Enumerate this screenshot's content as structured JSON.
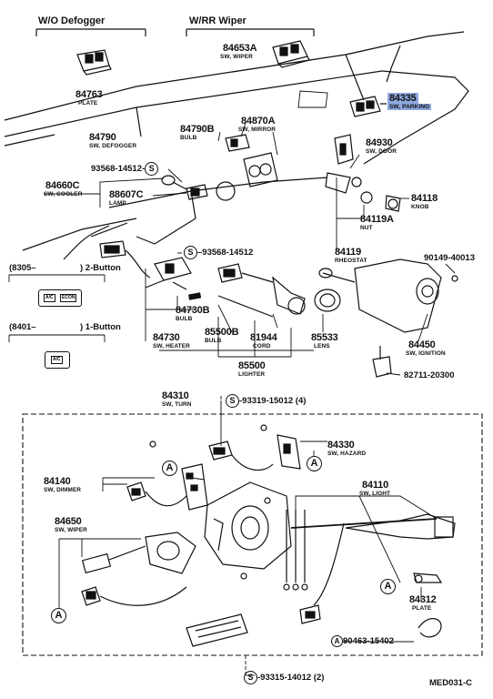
{
  "headers": {
    "wo_defogger": "W/O Defogger",
    "w_rr_wiper": "W/RR Wiper"
  },
  "parts": {
    "p84653a": {
      "num": "84653A",
      "name": "SW, WIPER"
    },
    "p84763": {
      "num": "84763",
      "name": "PLATE"
    },
    "p84335": {
      "num": "84335",
      "name": "SW, PARKING"
    },
    "p84790b": {
      "num": "84790B",
      "name": "BULB"
    },
    "p84790": {
      "num": "84790",
      "name": "SW, DEFOGGER"
    },
    "p84870a": {
      "num": "84870A",
      "name": "SW, MIRROR"
    },
    "p84930": {
      "num": "84930",
      "name": "SW, DOOR"
    },
    "p93568a": {
      "num": "93568-14512"
    },
    "p84660c": {
      "num": "84660C",
      "name": "SW, COOLER"
    },
    "p88607c": {
      "num": "88607C",
      "name": "LAMP"
    },
    "p84118": {
      "num": "84118",
      "name": "KNOB"
    },
    "p84119a": {
      "num": "84119A",
      "name": "NUT"
    },
    "p93568b": {
      "num": "93568-14512"
    },
    "p84119": {
      "num": "84119",
      "name": "RHEOSTAT"
    },
    "p90149": {
      "num": "90149-40013"
    },
    "p84730b": {
      "num": "84730B",
      "name": "BULB"
    },
    "p84730": {
      "num": "84730",
      "name": "SW, HEATER"
    },
    "p85500b": {
      "num": "85500B",
      "name": "BULB"
    },
    "p81944": {
      "num": "81944",
      "name": "CORD"
    },
    "p85533": {
      "num": "85533",
      "name": "LENS"
    },
    "p85500": {
      "num": "85500",
      "name": "LIGHTER"
    },
    "p84450": {
      "num": "84450",
      "name": "SW, IGNITION"
    },
    "p82711": {
      "num": "82711-20300"
    },
    "p84310": {
      "num": "84310",
      "name": "SW, TURN"
    },
    "p93319": {
      "num": "-93319-15012 (4)"
    },
    "p84330": {
      "num": "84330",
      "name": "SW, HAZARD"
    },
    "p84140": {
      "num": "84140",
      "name": "SW, DIMMER"
    },
    "p84110": {
      "num": "84110",
      "name": "SW, LIGHT"
    },
    "p84650": {
      "num": "84650",
      "name": "SW, WIPER"
    },
    "p84312": {
      "num": "84312",
      "name": "PLATE"
    },
    "p90463": {
      "num": "90463-15402"
    },
    "p93315": {
      "num": "-93315-14012 (2)"
    }
  },
  "variants": {
    "btn2_from": "(8305–",
    "btn2_label": ") 2-Button",
    "btn1_from": "(8401–",
    "btn1_label": ") 1-Button",
    "btn_ac": "A/C",
    "btn_econ": "ECON"
  },
  "markers": {
    "s": "S",
    "a": "A"
  },
  "footer": {
    "code": "MED031-C"
  },
  "colors": {
    "line": "#111111",
    "highlight": "#8ea8e0"
  }
}
